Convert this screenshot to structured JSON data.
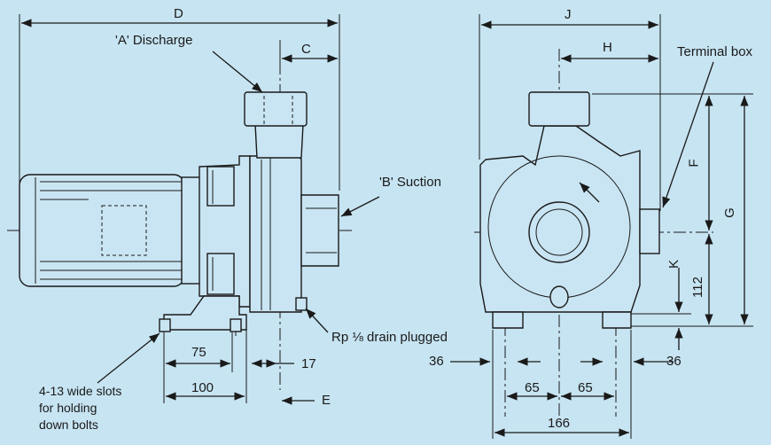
{
  "side_view": {
    "dim_D": "D",
    "dim_C": "C",
    "dim_E": "E",
    "discharge_label": "'A' Discharge",
    "suction_label": "'B' Suction",
    "drain_label": "Rp ⅛ drain plugged",
    "dim_75": "75",
    "dim_100": "100",
    "dim_17": "17",
    "slots_note": [
      "4-13 wide slots",
      "for holding",
      "down bolts"
    ]
  },
  "end_view": {
    "dim_J": "J",
    "dim_H": "H",
    "dim_F": "F",
    "dim_G": "G",
    "dim_K": "K",
    "dim_112": "112",
    "terminal_box_label": "Terminal box",
    "dim_36_left": "36",
    "dim_36_right": "36",
    "dim_65_left": "65",
    "dim_65_right": "65",
    "dim_166": "166"
  },
  "colors": {
    "background": "#c7e4f2",
    "line": "#1a1a1a"
  }
}
